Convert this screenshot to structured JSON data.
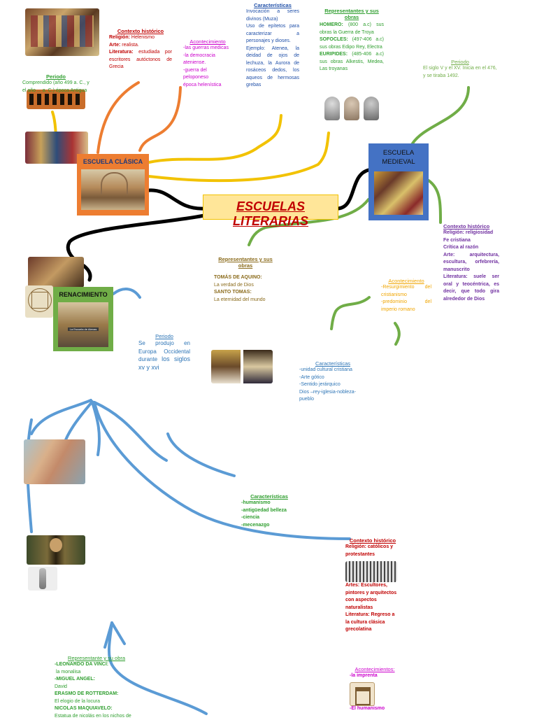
{
  "center": {
    "title": "ESCUELAS LITERARIAS"
  },
  "clasica": {
    "box_title": "ESCUELA CLÁSICA",
    "contexto": {
      "heading": "Contexto histórico",
      "religion_label": "Religión:",
      "religion": "Helenismo",
      "arte_label": "Arte:",
      "arte": "realista.",
      "literatura_label": "Literatura:",
      "literatura": "estudiada por escritores autóctonos de Grecia"
    },
    "acontecimiento": {
      "heading": "Acontecimiento",
      "lines": [
        "-las guerras medicas",
        "-la democracia ateniense.",
        "-guerra del peloponeso",
        "época helenística"
      ]
    },
    "caracteristicas": {
      "heading": "Características",
      "lines": [
        "Invocación a seres divinos (Muza)",
        "Uso de epítetos para caracterizar a personajes y dioses.",
        "Ejemplo: Atenea, la deidad de ojos de lechuza, la Aurora de rosáceos dedos, los aqueos de hermosas grebas"
      ]
    },
    "representantes": {
      "heading": "Representantes y sus obras",
      "items": [
        {
          "name": "HOMERO:",
          "text": "(800 a.c) sus obras la Guerra de Troya"
        },
        {
          "name": "SOFOCLES:",
          "text": "(497-406 a.c) sus obras Edipo Rey, Electra"
        },
        {
          "name": "EURIPIDES:",
          "text": "(485-406 a.c) sus obras Alkestis, Medea, Las troyanas"
        }
      ]
    },
    "periodo": {
      "heading": "Periodo",
      "text": "Comprendido (año 499 a. C., y el año ... a. C.) época Antigua"
    }
  },
  "medieval": {
    "box_title": "ESCUELA MEDIEVAL",
    "periodo": {
      "heading": "Periodo",
      "text": "El siglo V y el XV. Inicia en el 476, y se tiraba 1492."
    },
    "contexto": {
      "heading": "Contexto histórico",
      "lines": [
        "Religión: religiosidad",
        "Fe cristiana",
        "Crítica al razón",
        "Arte: arquitectura, escultura, orfebrería, manuscrito",
        "Literatura: suele ser oral y teocéntrica, es decir, que todo gira alrededor de Dios"
      ]
    },
    "acontecimiento": {
      "heading": "Acontecimiento",
      "lines": [
        "-Resurgimiento del cristianismo",
        "-predominio del imperio romano"
      ]
    },
    "representantes": {
      "heading": "Representantes y sus obras",
      "items": [
        {
          "name": "TOMÁS DE AQUINO:",
          "text": "La verdad de Dios"
        },
        {
          "name": "SANTO TOMAS:",
          "text": "La eternidad del mundo"
        }
      ]
    },
    "caracteristicas": {
      "heading": "Características",
      "lines": [
        "-unidad cultural cristiana",
        "-Arte gótico",
        "-Sentido jerárquico",
        "Dios –rey-iglesia-nobleza-pueblo"
      ]
    }
  },
  "renacimiento": {
    "box_title": "RENACIMIENTO",
    "image_caption": "La Escuela de Atenas",
    "periodo": {
      "heading": "Periodo",
      "text_a": "Se produjo en Europa Occidental durante",
      "text_b": "los siglos xv y xvi"
    },
    "caracteristicas": {
      "heading": "Características",
      "lines": [
        "-humanismo",
        "-antigüedad belleza",
        "-ciencia",
        "-mecenazgo"
      ]
    },
    "contexto": {
      "heading": "Contexto histórico",
      "religion": "Religión: católicos y protestantes",
      "artes": "Artes: Escultores, pintores y arquitectos con aspectos naturalistas",
      "literatura": "Literatura: Regreso a la cultura clásica grecolatina"
    },
    "representantes": {
      "heading": "Representante y su obra",
      "lines": [
        {
          "text": "-LEONARDO DA VINCI:",
          "kind": "name"
        },
        {
          "text": "la monalisa",
          "kind": "work"
        },
        {
          "text": "-MIGUEL ANGEL:",
          "kind": "name"
        },
        {
          "text": "David",
          "kind": "work"
        },
        {
          "text": "ERASMO DE ROTTERDAM:",
          "kind": "name"
        },
        {
          "text": "El elogio de la locura",
          "kind": "work"
        },
        {
          "text": "NICOLAS MAQUIAVELO:",
          "kind": "name"
        },
        {
          "text": "Estatua de nicolás en los nichos de",
          "kind": "work"
        }
      ]
    },
    "acontecimientos": {
      "heading": "Acontecimientos:",
      "lines": [
        "-la imprenta",
        "-El humanismo"
      ]
    }
  },
  "colors": {
    "heading_red": "#c00000",
    "green_head": "#2e9e2e",
    "blue_text": "#1f4fa8",
    "magenta": "#cc00cc",
    "orange": "#e87722",
    "purple": "#7030a0",
    "clasica_box": "#ed7d31",
    "medieval_box": "#4472c4",
    "renac_box": "#70ad47"
  },
  "icons": [
    "fresco-icon",
    "bust-icon",
    "painting-icon",
    "printing-press-icon",
    "statue-icon"
  ]
}
